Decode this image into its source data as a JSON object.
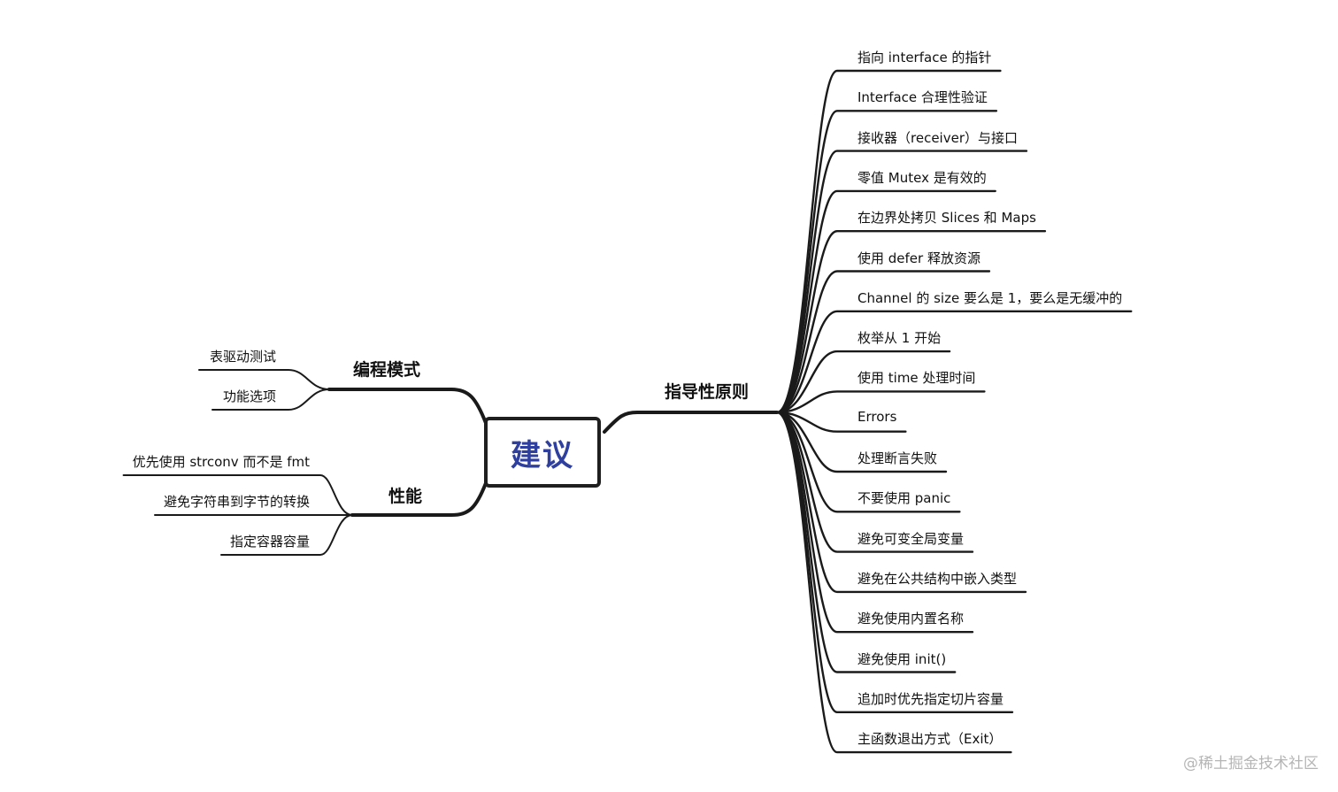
{
  "root": {
    "label": "建议"
  },
  "branches": {
    "programming_patterns": {
      "label": "编程模式",
      "items": [
        "表驱动测试",
        "功能选项"
      ]
    },
    "performance": {
      "label": "性能",
      "items": [
        "优先使用 strconv 而不是 fmt",
        "避免字符串到字节的转换",
        "指定容器容量"
      ]
    },
    "guidelines": {
      "label": "指导性原则",
      "items": [
        "指向 interface 的指针",
        "Interface 合理性验证",
        "接收器（receiver）与接口",
        "零值 Mutex 是有效的",
        "在边界处拷贝 Slices 和 Maps",
        "使用 defer 释放资源",
        "Channel 的 size 要么是 1，要么是无缓冲的",
        "枚举从 1 开始",
        "使用 time 处理时间",
        "Errors",
        "处理断言失败",
        "不要使用 panic",
        "避免可变全局变量",
        "避免在公共结构中嵌入类型",
        "避免使用内置名称",
        "避免使用 init()",
        "追加时优先指定切片容量",
        "主函数退出方式（Exit）"
      ]
    }
  },
  "watermark": "@稀土掘金技术社区",
  "colors": {
    "root_text": "#2e3f9e",
    "line": "#1a1a1a",
    "watermark": "#b5b5b5"
  }
}
